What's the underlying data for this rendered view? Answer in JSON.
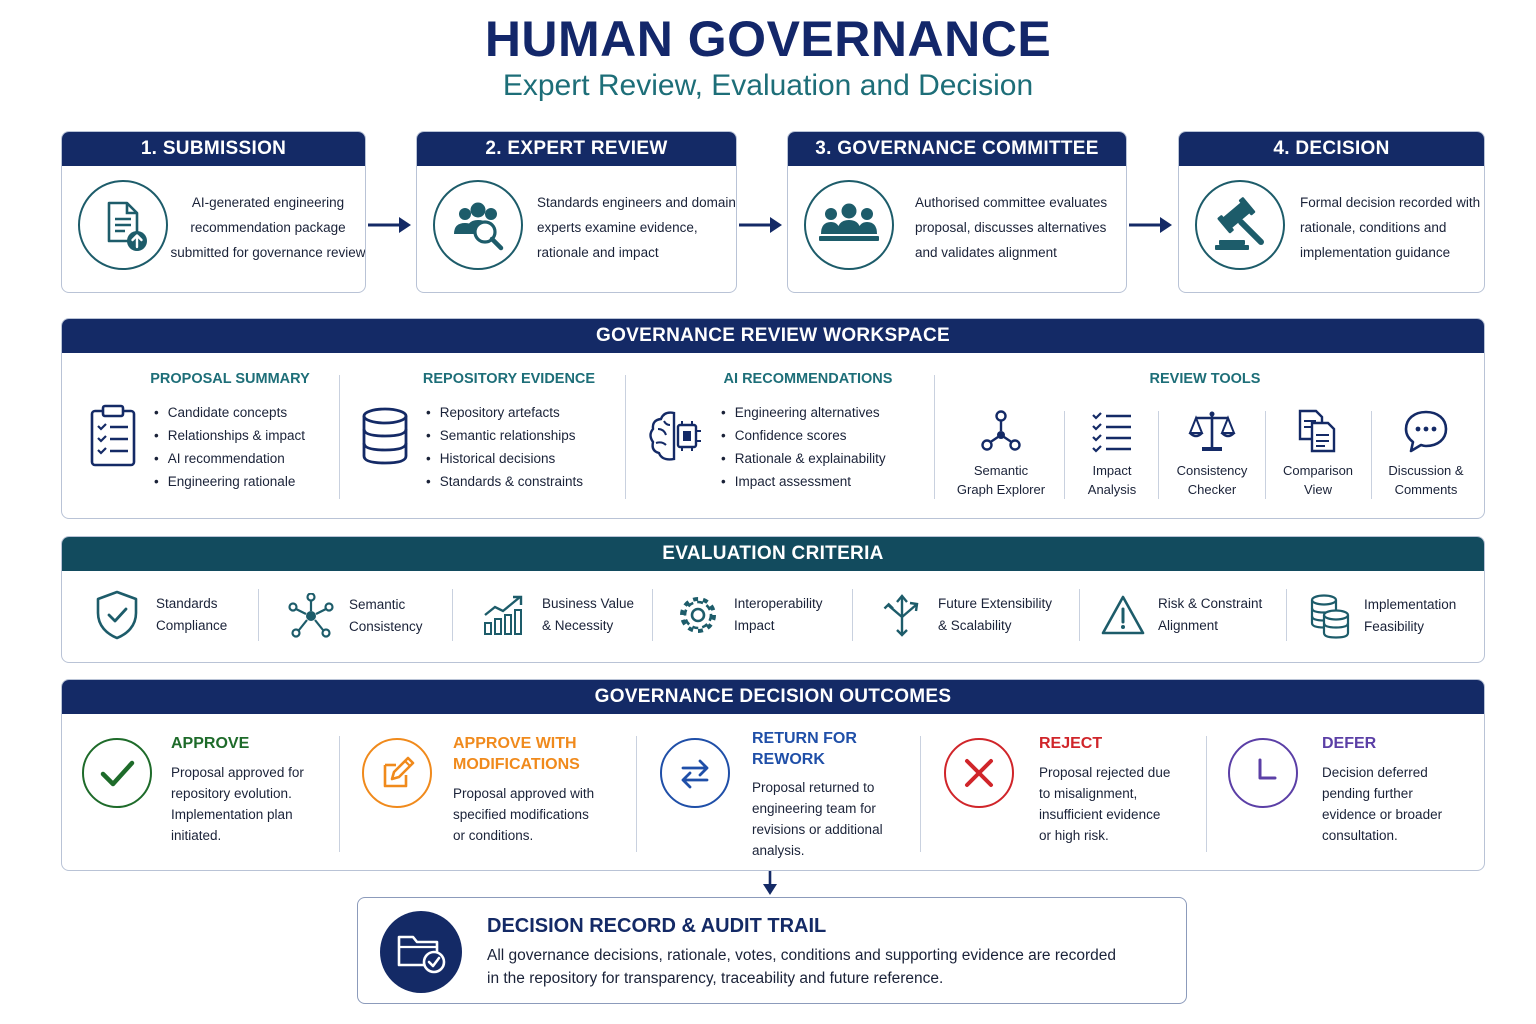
{
  "title": "HUMAN GOVERNANCE",
  "subtitle": "Expert Review, Evaluation and Decision",
  "steps": [
    {
      "title": "1. SUBMISSION",
      "lines": [
        "AI-generated engineering",
        "recommendation package",
        "submitted for governance review"
      ],
      "icon": "document-upload-icon"
    },
    {
      "title": "2. EXPERT REVIEW",
      "lines": [
        "Standards engineers and domain",
        "experts examine evidence,",
        "rationale and impact"
      ],
      "icon": "expert-search-icon"
    },
    {
      "title": "3. GOVERNANCE COMMITTEE",
      "lines": [
        "Authorised committee evaluates",
        "proposal, discusses alternatives",
        "and validates alignment"
      ],
      "icon": "committee-icon"
    },
    {
      "title": "4. DECISION",
      "lines": [
        "Formal decision recorded with",
        "rationale, conditions and",
        "implementation guidance"
      ],
      "icon": "gavel-icon"
    }
  ],
  "workspace": {
    "title": "GOVERNANCE REVIEW WORKSPACE",
    "columns": [
      {
        "title": "PROPOSAL SUMMARY",
        "items": [
          "Candidate concepts",
          "Relationships & impact",
          "AI recommendation",
          "Engineering rationale"
        ],
        "icon": "clipboard-icon"
      },
      {
        "title": "REPOSITORY EVIDENCE",
        "items": [
          "Repository artefacts",
          "Semantic relationships",
          "Historical decisions",
          "Standards & constraints"
        ],
        "icon": "database-icon"
      },
      {
        "title": "AI RECOMMENDATIONS",
        "items": [
          "Engineering alternatives",
          "Confidence scores",
          "Rationale & explainability",
          "Impact assessment"
        ],
        "icon": "ai-brain-chip-icon"
      }
    ],
    "tools_title": "REVIEW TOOLS",
    "tools": [
      {
        "line1": "Semantic",
        "line2": "Graph Explorer",
        "icon": "graph-icon"
      },
      {
        "line1": "Impact",
        "line2": "Analysis",
        "icon": "checklist-icon"
      },
      {
        "line1": "Consistency",
        "line2": "Checker",
        "icon": "scales-icon"
      },
      {
        "line1": "Comparison",
        "line2": "View",
        "icon": "compare-documents-icon"
      },
      {
        "line1": "Discussion &",
        "line2": "Comments",
        "icon": "chat-bubble-icon"
      }
    ]
  },
  "criteria": {
    "title": "EVALUATION CRITERIA",
    "items": [
      {
        "line1": "Standards",
        "line2": "Compliance",
        "icon": "shield-check-icon"
      },
      {
        "line1": "Semantic",
        "line2": "Consistency",
        "icon": "network-icon"
      },
      {
        "line1": "Business Value",
        "line2": "& Necessity",
        "icon": "growth-chart-icon"
      },
      {
        "line1": "Interoperability",
        "line2": "Impact",
        "icon": "gear-icon"
      },
      {
        "line1": "Future Extensibility",
        "line2": "& Scalability",
        "icon": "branch-arrows-icon"
      },
      {
        "line1": "Risk & Constraint",
        "line2": "Alignment",
        "icon": "warning-icon"
      },
      {
        "line1": "Implementation",
        "line2": "Feasibility",
        "icon": "coin-stack-icon"
      }
    ]
  },
  "outcomes": {
    "title": "GOVERNANCE DECISION OUTCOMES",
    "items": [
      {
        "title1": "APPROVE",
        "title2": "",
        "desc": [
          "Proposal approved for",
          "repository evolution.",
          "Implementation plan",
          "initiated."
        ],
        "color": "#1e6b2a",
        "icon": "checkmark-icon"
      },
      {
        "title1": "APPROVE WITH",
        "title2": "MODIFICATIONS",
        "desc": [
          "Proposal approved with",
          "specified modifications",
          "or conditions."
        ],
        "color": "#f08a1c",
        "icon": "edit-icon"
      },
      {
        "title1": "RETURN FOR",
        "title2": "REWORK",
        "desc": [
          "Proposal returned to",
          "engineering team for",
          "revisions or additional",
          "analysis."
        ],
        "color": "#1f4fa8",
        "icon": "swap-arrows-icon"
      },
      {
        "title1": "REJECT",
        "title2": "",
        "desc": [
          "Proposal rejected due",
          "to misalignment,",
          "insufficient evidence",
          "or high risk."
        ],
        "color": "#d0252a",
        "icon": "x-icon"
      },
      {
        "title1": "DEFER",
        "title2": "",
        "desc": [
          "Decision deferred",
          "pending further",
          "evidence or broader",
          "consultation."
        ],
        "color": "#5b3fa6",
        "icon": "clock-icon"
      }
    ]
  },
  "audit": {
    "title": "DECISION RECORD & AUDIT TRAIL",
    "lines": [
      "All governance decisions, rationale, votes, conditions and supporting evidence are recorded",
      "in the repository for transparency, traceability and future reference."
    ],
    "icon": "folder-check-icon"
  },
  "colors": {
    "navy": "#142a66",
    "teal": "#124b5e",
    "accent": "#1d6e78"
  }
}
